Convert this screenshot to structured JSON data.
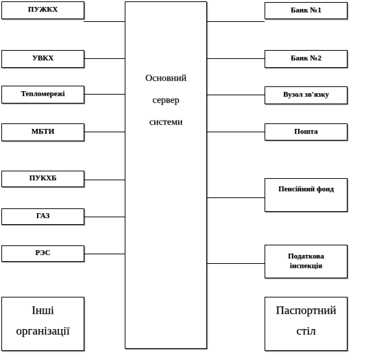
{
  "diagram": {
    "server": {
      "label": "Основний\nсервер\nсистеми"
    },
    "left_nodes": [
      "ПУЖКХ",
      "УВКХ",
      "Тепломережі",
      "МБТИ",
      "ПУКХБ",
      "ГАЗ",
      "РЭС",
      "Інші\nорганізації"
    ],
    "right_nodes": [
      "Банк №1",
      "Банк №2",
      "Вузол зв'язку",
      "Пошта",
      "Пенсійний фонд",
      "Податкова\nінспекція",
      "Паспортний\nстіл"
    ],
    "colors": {
      "line": "#000000",
      "fill": "#ffffff"
    }
  }
}
